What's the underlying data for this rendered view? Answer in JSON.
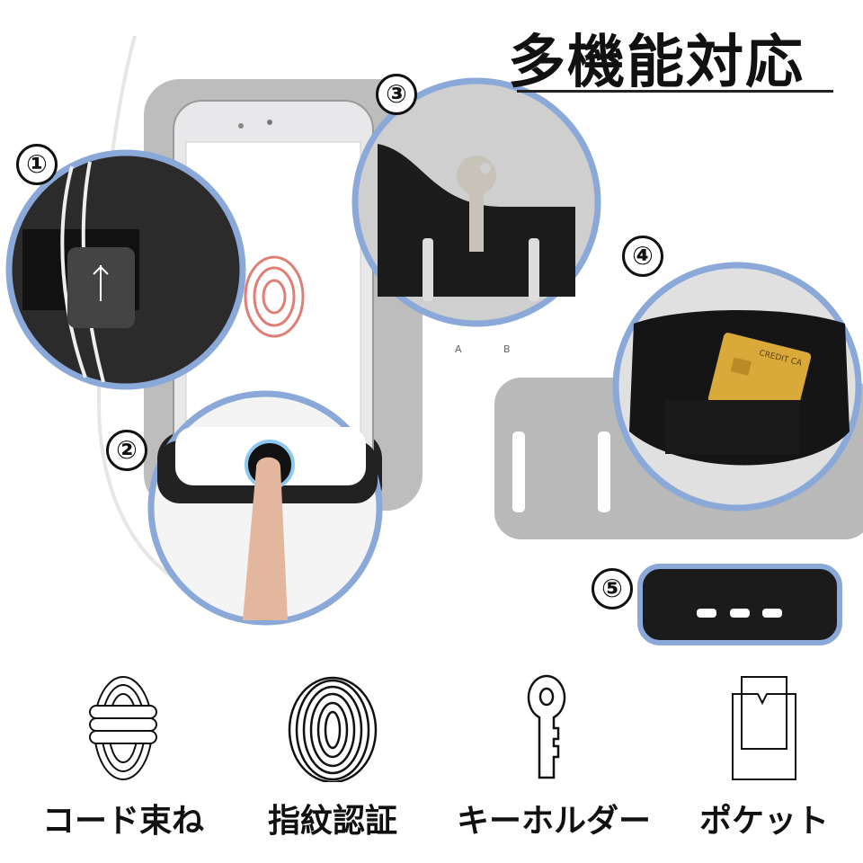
{
  "title": "多機能対応",
  "callouts": [
    "①",
    "②",
    "③",
    "④",
    "⑤"
  ],
  "card_text": "CREDIT CA",
  "slot_labels": [
    "A",
    "B"
  ],
  "accent_color": "#8aa8d8",
  "features": [
    {
      "label": "コード束ね",
      "icon": "cord-bundle-icon"
    },
    {
      "label": "指紋認証",
      "icon": "fingerprint-icon"
    },
    {
      "label": "キーホルダー",
      "icon": "key-icon"
    },
    {
      "label": "ポケット",
      "icon": "pocket-icon"
    }
  ]
}
